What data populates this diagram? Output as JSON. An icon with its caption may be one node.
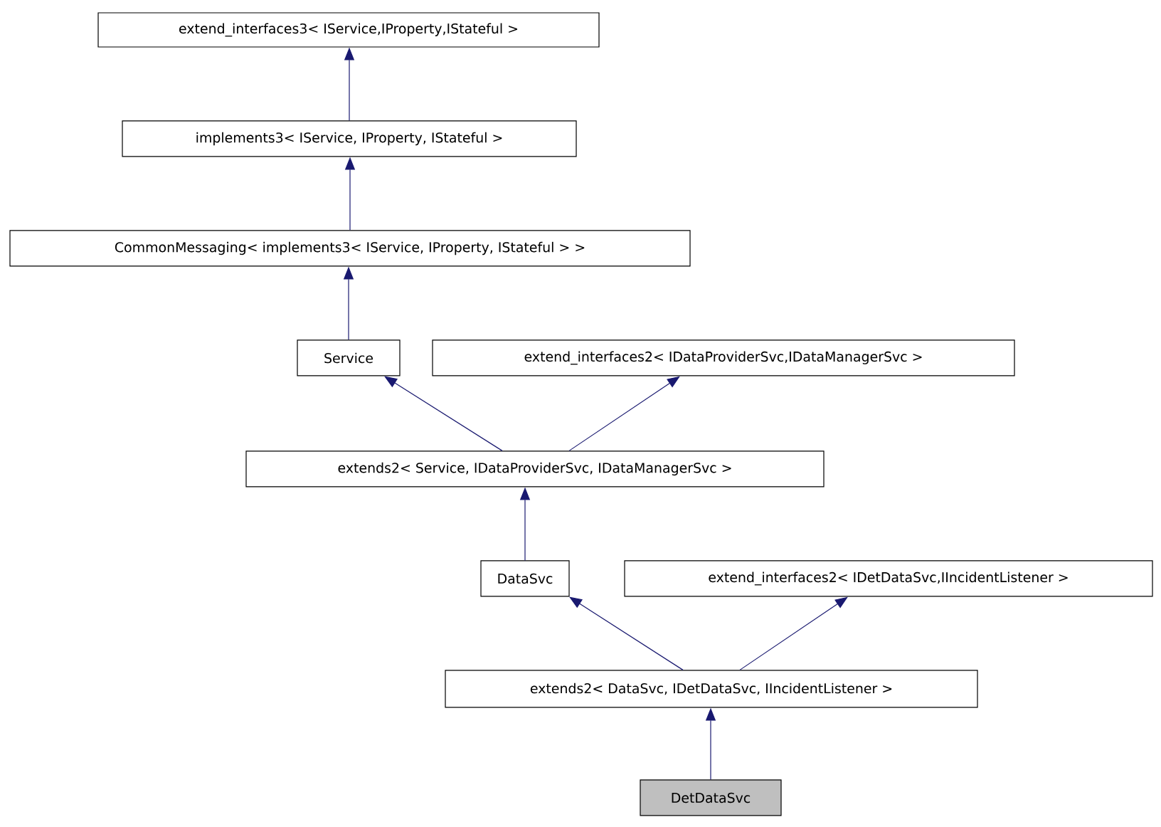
{
  "diagram": {
    "nodes": [
      {
        "text": [
          "extend_interfaces3< IService,IProperty,IStateful >"
        ]
      },
      {
        "text": [
          "implements3< IService, IProperty, IStateful >"
        ]
      },
      {
        "text": [
          "CommonMessaging< implements3< IService, IProperty, IStateful > >"
        ]
      },
      {
        "text": [
          "Service"
        ]
      },
      {
        "text": [
          "extend_interfaces2< IDataProviderSvc,IDataManagerSvc >"
        ]
      },
      {
        "text": [
          "extends2< Service, IDataProviderSvc, IDataManagerSvc >"
        ]
      },
      {
        "text": [
          "DataSvc"
        ]
      },
      {
        "text": [
          "extend_interfaces2< IDetDataSvc,IIncidentListener >"
        ]
      },
      {
        "text": [
          "extends2< DataSvc, IDetDataSvc, IIncidentListener >"
        ]
      },
      {
        "text": [
          "DetDataSvc"
        ]
      }
    ],
    "edges": [
      {
        "from": 1,
        "to": 0,
        "arrow": "to"
      },
      {
        "from": 2,
        "to": 1,
        "arrow": "to"
      },
      {
        "from": 3,
        "to": 2,
        "arrow": "to"
      },
      {
        "from": 5,
        "to": 3,
        "arrow": "to"
      },
      {
        "from": 5,
        "to": 4,
        "arrow": "to"
      },
      {
        "from": 6,
        "to": 5,
        "arrow": "to"
      },
      {
        "from": 8,
        "to": 6,
        "arrow": "to"
      },
      {
        "from": 8,
        "to": 7,
        "arrow": "to"
      },
      {
        "from": 9,
        "to": 8,
        "arrow": "to"
      }
    ]
  }
}
